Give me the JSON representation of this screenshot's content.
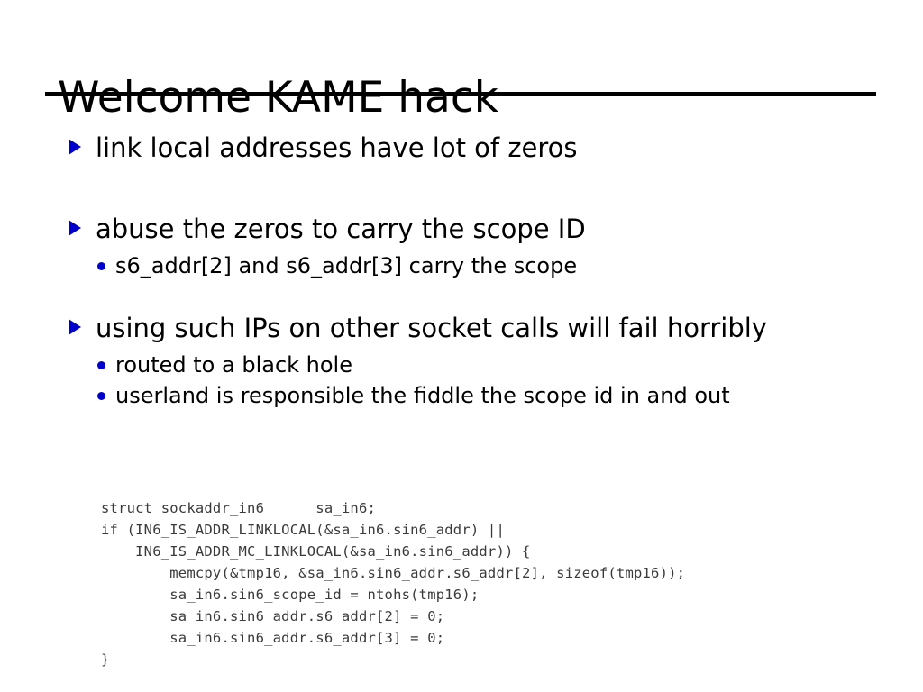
{
  "slide": {
    "title": "Welcome KAME hack",
    "accent_color": "#0000cc",
    "text_color": "#000000",
    "code_color": "#3a3a3a",
    "background_color": "#ffffff",
    "bullets": [
      {
        "level": 1,
        "marker": "triangle",
        "text": "link local addresses have lot of zeros"
      },
      {
        "level": 1,
        "marker": "triangle",
        "text": "abuse the zeros to carry the scope ID"
      },
      {
        "level": 2,
        "marker": "dot",
        "text": "s6_addr[2] and s6_addr[3] carry the scope"
      },
      {
        "level": 1,
        "marker": "triangle",
        "text": "using such IPs on other socket calls will fail horribly"
      },
      {
        "level": 2,
        "marker": "dot",
        "text": "routed to a black hole"
      },
      {
        "level": 2,
        "marker": "dot",
        "text": "userland is responsible the fiddle the scope id in and out"
      }
    ],
    "code_block": "struct sockaddr_in6      sa_in6;\nif (IN6_IS_ADDR_LINKLOCAL(&sa_in6.sin6_addr) ||\n    IN6_IS_ADDR_MC_LINKLOCAL(&sa_in6.sin6_addr)) {\n        memcpy(&tmp16, &sa_in6.sin6_addr.s6_addr[2], sizeof(tmp16));\n        sa_in6.sin6_scope_id = ntohs(tmp16);\n        sa_in6.sin6_addr.s6_addr[2] = 0;\n        sa_in6.sin6_addr.s6_addr[3] = 0;\n}"
  }
}
